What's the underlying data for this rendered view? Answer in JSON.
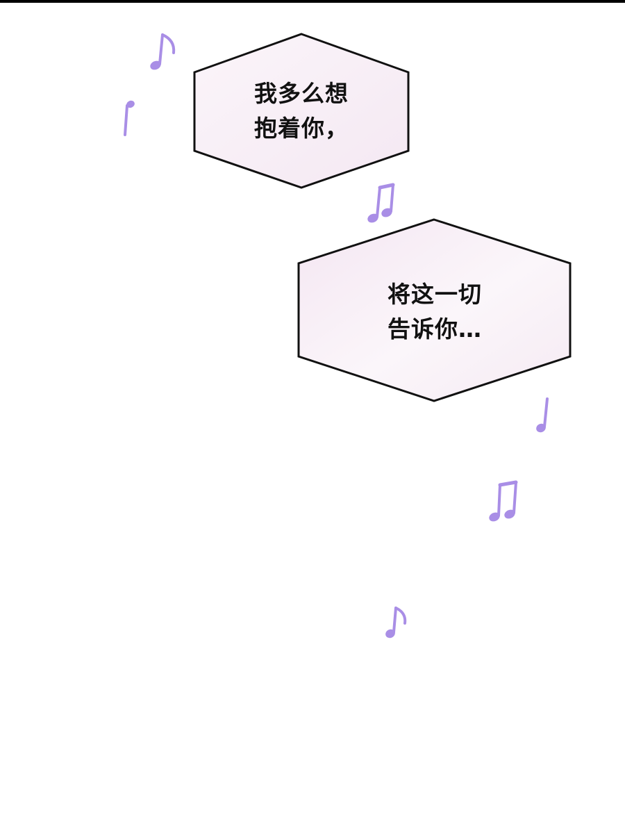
{
  "colors": {
    "background": "#ffffff",
    "bubble_fill_light": "#fdfafd",
    "bubble_fill_dark": "#f3e7f1",
    "bubble_outline": "#111111",
    "note_color": "#a98ee6"
  },
  "bubbles": [
    {
      "lines": [
        "我多么想",
        "抱着你，"
      ]
    },
    {
      "lines": [
        "将这一切",
        "告诉你…"
      ]
    }
  ],
  "notes": [
    {
      "icon": "eighth-note-icon"
    },
    {
      "icon": "quarter-note-icon"
    },
    {
      "icon": "beamed-notes-icon"
    },
    {
      "icon": "quarter-note-icon"
    },
    {
      "icon": "beamed-notes-icon"
    },
    {
      "icon": "eighth-note-icon"
    }
  ]
}
